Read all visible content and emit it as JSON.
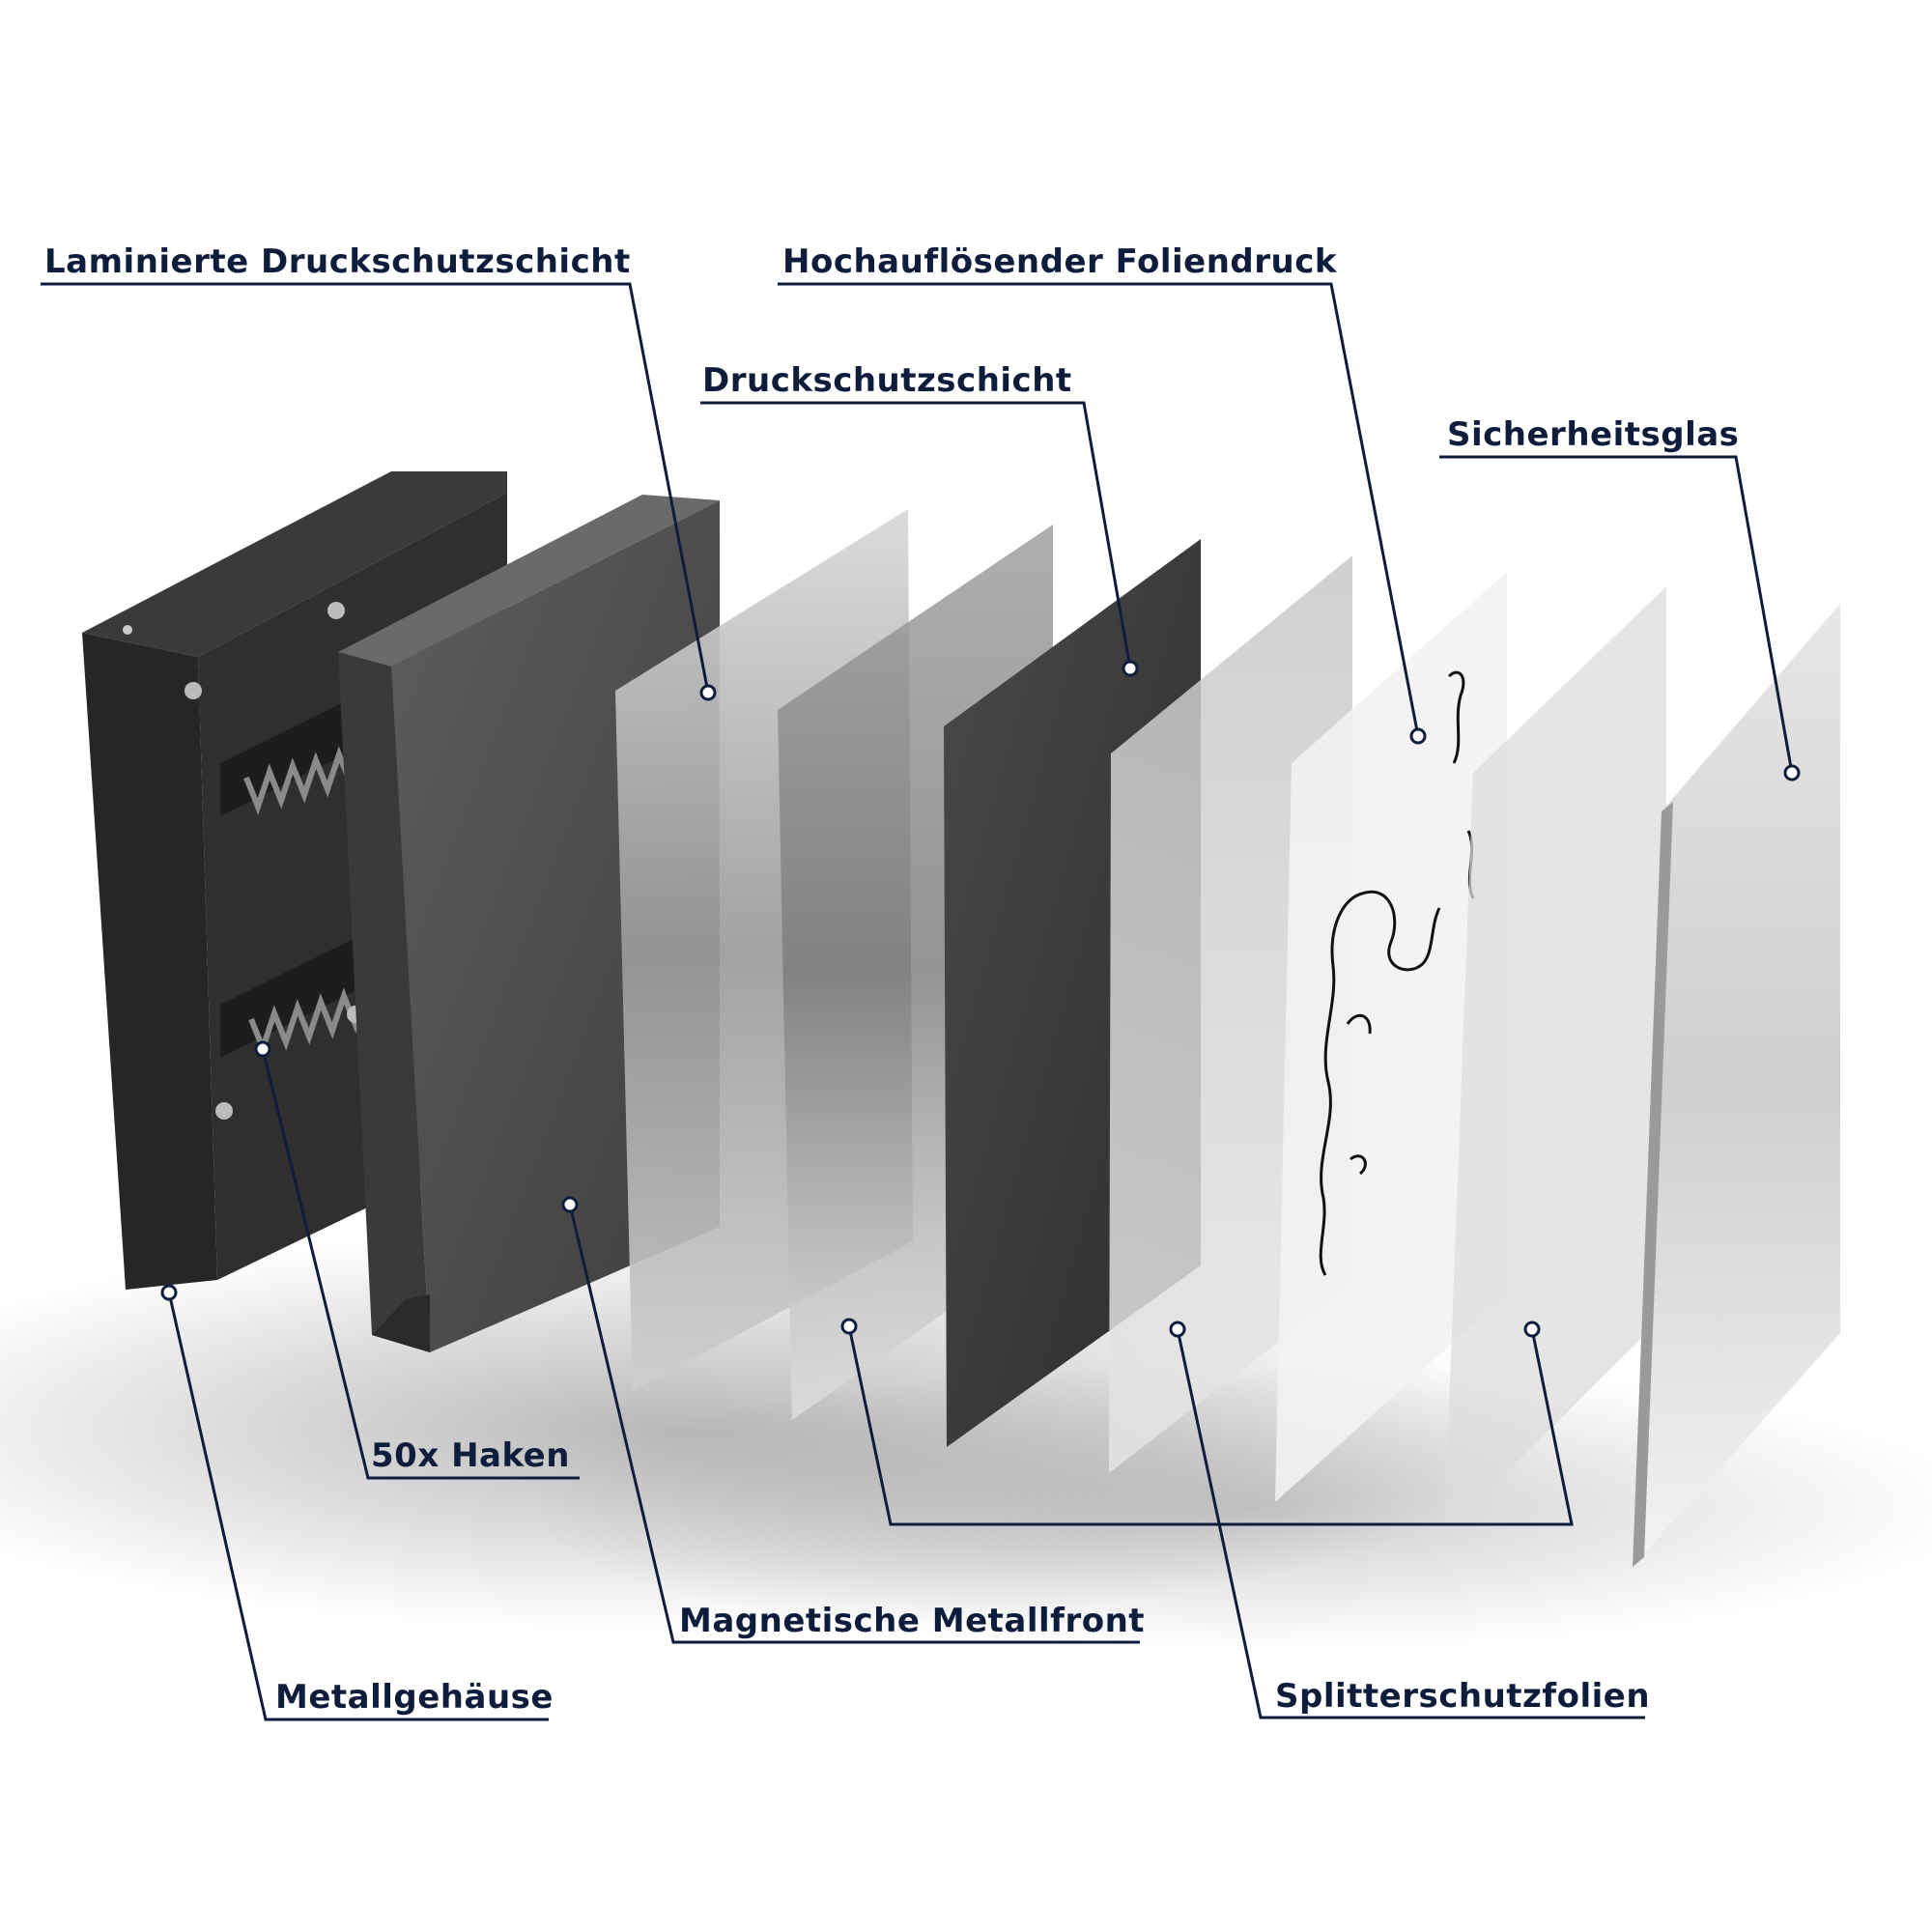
{
  "labels": {
    "laminated_layer": "Laminierte Druckschutzschicht",
    "hires_print": "Hochauflösender Foliendruck",
    "protection_layer": "Druckschutzschicht",
    "safety_glass": "Sicherheitsglas",
    "hooks": "50x Haken",
    "magnetic_front": "Magnetische Metallfront",
    "metal_housing": "Metallgehäuse",
    "splinter_films": "Splitterschutzfolien"
  },
  "colors": {
    "label_text": "#0f1d3c",
    "leader_line": "#0f1d3c",
    "housing_dark": "#2b2b2b",
    "front_gray": "#555555",
    "dark_layer": "#3d3d3d",
    "background": "#ffffff"
  }
}
